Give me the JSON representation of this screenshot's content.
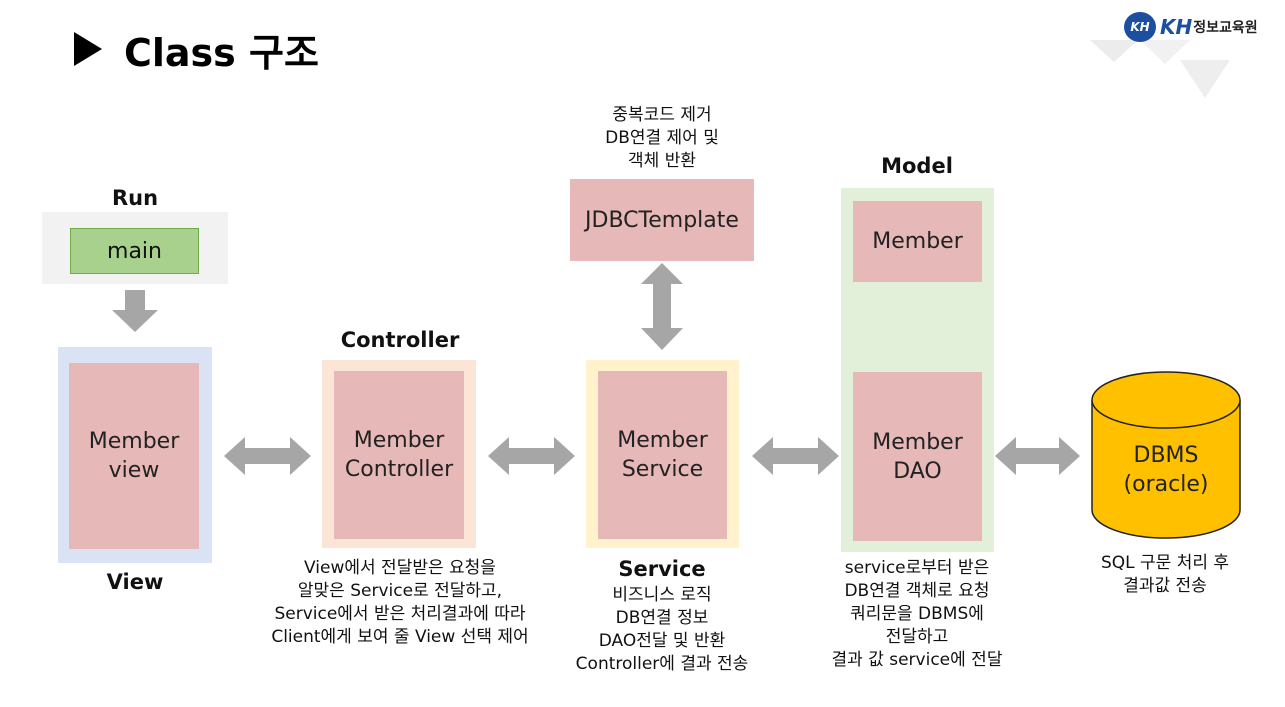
{
  "header": {
    "title": "Class 구조",
    "logo_mark": "KH",
    "logo_kh": "KH",
    "logo_name": "정보교육원"
  },
  "run": {
    "label": "Run",
    "main": "main"
  },
  "view": {
    "label": "View",
    "component": "Member\nview"
  },
  "controller": {
    "label": "Controller",
    "component": "Member\nController",
    "description": "View에서 전달받은 요청을\n알맞은 Service로 전달하고,\nService에서 받은 처리결과에 따라\nClient에게 보여 줄 View 선택 제어"
  },
  "service": {
    "label": "Service",
    "component": "Member\nService",
    "description": "비즈니스 로직\nDB연결 정보\nDAO전달 및 반환\nController에 결과 전송"
  },
  "jdbc": {
    "component": "JDBCTemplate",
    "description": "중복코드 제거\nDB연결 제어 및\n객체 반환"
  },
  "model": {
    "label": "Model",
    "member": "Member",
    "dao": "Member\nDAO",
    "description": "service로부터 받은\nDB연결 객체로 요청\n쿼리문을 DBMS에\n전달하고\n결과 값 service에 전달"
  },
  "dbms": {
    "component": "DBMS\n(oracle)",
    "description": "SQL 구문 처리 후\n결과값 전송"
  },
  "colors": {
    "component_fill": "#e6b8b7",
    "run_bg": "#f2f2f2",
    "main_fill": "#a9d18e",
    "view_bg": "#dae3f3",
    "controller_bg": "#fbe5d6",
    "service_bg": "#fff2cc",
    "model_bg": "#e2f0d9",
    "dbms_fill": "#ffc000",
    "arrow": "#a6a6a6"
  }
}
